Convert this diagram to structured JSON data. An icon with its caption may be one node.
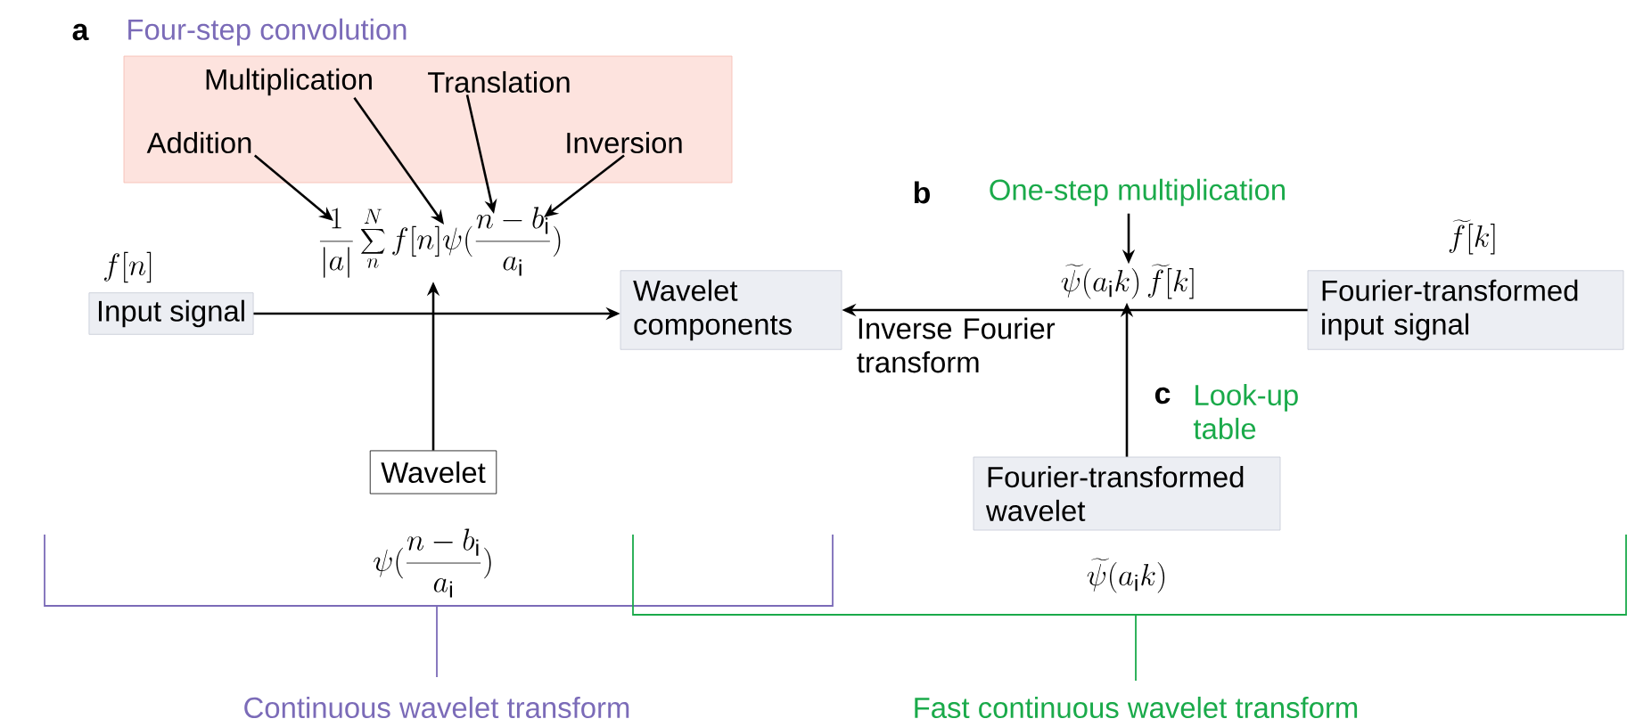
{
  "diagram": {
    "nodes": [
      {
        "text": [
          "Four-step convolution"
        ]
      },
      {
        "text": [
          "Addition"
        ],
        "in": 0
      },
      {
        "text": [
          "Multiplication"
        ],
        "in": 0
      },
      {
        "text": [
          "Translation"
        ],
        "in": 0
      },
      {
        "text": [
          "Inversion"
        ],
        "in": 0
      },
      {
        "text": [
          "\\frac{1}{|a|}\\sum_{n}^{N} f[n]\\psi(\\frac{n-b_\\mathrm{i}}{a_\\mathrm{i}})"
        ]
      },
      {
        "text": [
          "Input signal"
        ],
        "beside": [
          "f[n]"
        ]
      },
      {
        "text": [
          "Wavelet components"
        ]
      },
      {
        "text": [
          "Wavelet"
        ],
        "beside": [
          "\\psi(\\frac{n-b_\\mathrm{i}}{a_\\mathrm{i}})"
        ]
      },
      {
        "text": [
          "Fourier-transformed input signal"
        ],
        "beside": [
          "\\widetilde{f}[k]"
        ]
      },
      {
        "text": [
          "Fourier-transformed wavelet"
        ],
        "beside": [
          "\\widetilde{\\psi}(a_\\mathrm{i}k)"
        ]
      },
      {
        "text": [
          "One-step multiplication"
        ]
      },
      {
        "text": [
          "\\widetilde{\\psi}(a_\\mathrm{i}k)\\,\\widetilde{f}[k]"
        ]
      }
    ],
    "edges": [
      {
        "from": 1,
        "to": 5,
        "arrow": "to"
      },
      {
        "from": 2,
        "to": 5,
        "arrow": "to"
      },
      {
        "from": 3,
        "to": 5,
        "arrow": "to"
      },
      {
        "from": 4,
        "to": 5,
        "arrow": "to"
      },
      {
        "from": 6,
        "to": 7,
        "arrow": "to"
      },
      {
        "from": 8,
        "to": 5,
        "arrow": "to"
      },
      {
        "from": 9,
        "to": 7,
        "arrow": "to",
        "label": "Inverse Fourier transform"
      },
      {
        "from": 10,
        "to": 12,
        "arrow": "to"
      },
      {
        "from": 11,
        "to": 12,
        "arrow": "to"
      }
    ],
    "labels": [
      "a",
      "b",
      "c",
      "Look-up table",
      "Continuous wavelet transform",
      "Fast continuous wavelet transform"
    ]
  }
}
